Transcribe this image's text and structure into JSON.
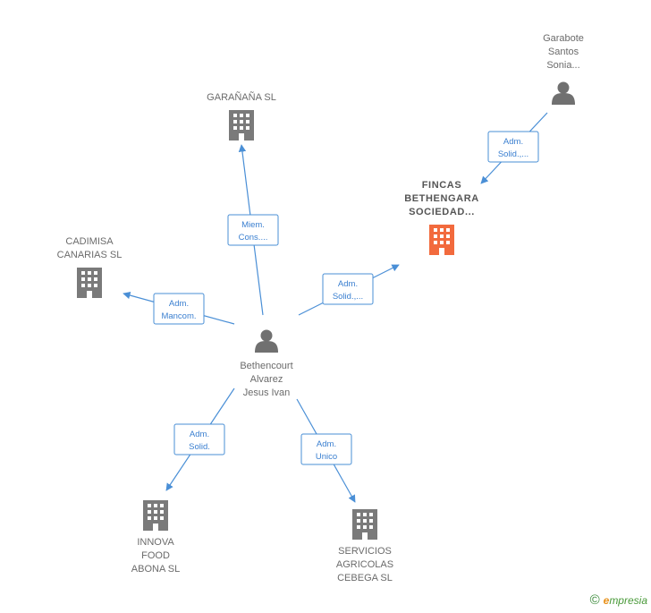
{
  "nodes": [
    {
      "id": "garabote",
      "type": "person",
      "label": [
        "Garabote",
        "Santos",
        "Sonia..."
      ]
    },
    {
      "id": "garanana",
      "type": "company",
      "label": [
        "GARAÑAÑA SL"
      ]
    },
    {
      "id": "fincas",
      "type": "company",
      "focus": true,
      "label": [
        "FINCAS",
        "BETHENGARA",
        "SOCIEDAD..."
      ]
    },
    {
      "id": "cadimisa",
      "type": "company",
      "label": [
        "CADIMISA",
        "CANARIAS SL"
      ]
    },
    {
      "id": "bethencourt",
      "type": "person",
      "label": [
        "Bethencourt",
        "Alvarez",
        "Jesus Ivan"
      ]
    },
    {
      "id": "innova",
      "type": "company",
      "label": [
        "INNOVA",
        "FOOD",
        "ABONA  SL"
      ]
    },
    {
      "id": "servicios",
      "type": "company",
      "label": [
        "SERVICIOS",
        "AGRICOLAS",
        "CEBEGA SL"
      ]
    }
  ],
  "edges": [
    {
      "from": "garabote",
      "to": "fincas",
      "label": [
        "Adm.",
        "Solid.,..."
      ]
    },
    {
      "from": "bethencourt",
      "to": "garanana",
      "label": [
        "Miem.",
        "Cons...."
      ]
    },
    {
      "from": "bethencourt",
      "to": "fincas",
      "label": [
        "Adm.",
        "Solid.,..."
      ]
    },
    {
      "from": "bethencourt",
      "to": "cadimisa",
      "label": [
        "Adm.",
        "Mancom."
      ]
    },
    {
      "from": "bethencourt",
      "to": "innova",
      "label": [
        "Adm.",
        "Solid."
      ]
    },
    {
      "from": "bethencourt",
      "to": "servicios",
      "label": [
        "Adm.",
        "Unico"
      ]
    }
  ],
  "colors": {
    "edge": "#4a8fd6",
    "company": "#7a7a7a",
    "focus_company": "#f26a3d",
    "person": "#707070"
  },
  "footer": {
    "copyright_symbol": "©",
    "brand_initial": "e",
    "brand_rest": "mpresia"
  }
}
